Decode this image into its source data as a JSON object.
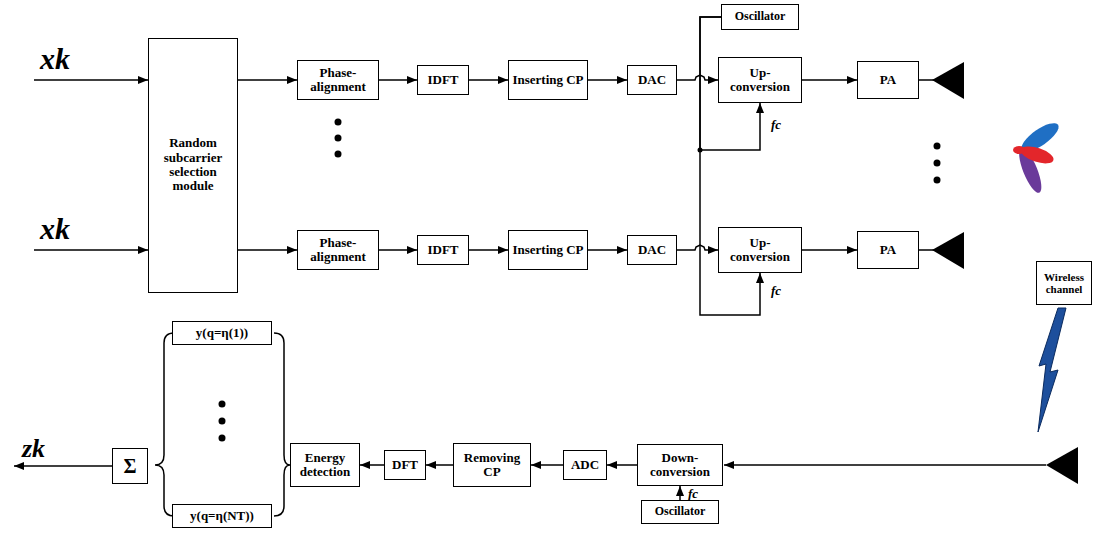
{
  "diagram": {
    "nodes": [
      {
        "text": [
          "Random subcarrier selection module"
        ]
      },
      {
        "text": [
          "Phase-alignment"
        ]
      },
      {
        "text": [
          "IDFT"
        ]
      },
      {
        "text": [
          "Inserting CP"
        ]
      },
      {
        "text": [
          "DAC"
        ]
      },
      {
        "text": [
          "Oscillator"
        ]
      },
      {
        "text": [
          "Up-conversion"
        ]
      },
      {
        "text": [
          "PA"
        ]
      },
      {
        "text": [
          "Phase-alignment"
        ]
      },
      {
        "text": [
          "IDFT"
        ]
      },
      {
        "text": [
          "Inserting CP"
        ]
      },
      {
        "text": [
          "DAC"
        ]
      },
      {
        "text": [
          "Up-conversion"
        ]
      },
      {
        "text": [
          "PA"
        ]
      },
      {
        "text": [
          "Wireless channel"
        ]
      },
      {
        "text": [
          "y(q=η(1))"
        ]
      },
      {
        "text": [
          "y(q=η(NT))"
        ]
      },
      {
        "text": [
          "Σ"
        ]
      },
      {
        "text": [
          "Energy detection"
        ]
      },
      {
        "text": [
          "DFT"
        ]
      },
      {
        "text": [
          "Removing CP"
        ]
      },
      {
        "text": [
          "ADC"
        ]
      },
      {
        "text": [
          "Down-conversion"
        ]
      },
      {
        "text": [
          "Oscillator"
        ]
      }
    ],
    "edges": [
      {
        "from": 0,
        "to": 1,
        "arrow": "to"
      },
      {
        "from": 0,
        "to": 8,
        "arrow": "to"
      },
      {
        "from": 1,
        "to": 2,
        "arrow": "to"
      },
      {
        "from": 2,
        "to": 3,
        "arrow": "to"
      },
      {
        "from": 3,
        "to": 4,
        "arrow": "to"
      },
      {
        "from": 4,
        "to": 6,
        "arrow": "to"
      },
      {
        "from": 5,
        "to": 6,
        "label": "fc",
        "arrow": "to"
      },
      {
        "from": 6,
        "to": 7,
        "arrow": "to"
      },
      {
        "from": 8,
        "to": 9,
        "arrow": "to"
      },
      {
        "from": 9,
        "to": 10,
        "arrow": "to"
      },
      {
        "from": 10,
        "to": 11,
        "arrow": "to"
      },
      {
        "from": 11,
        "to": 12,
        "arrow": "to"
      },
      {
        "from": 5,
        "to": 12,
        "label": "fc",
        "arrow": "to"
      },
      {
        "from": 12,
        "to": 13,
        "arrow": "to"
      },
      {
        "from": 22,
        "to": 21,
        "arrow": "to"
      },
      {
        "from": 21,
        "to": 20,
        "arrow": "to"
      },
      {
        "from": 20,
        "to": 19,
        "arrow": "to"
      },
      {
        "from": 19,
        "to": 18,
        "arrow": "to"
      },
      {
        "from": 23,
        "to": 22,
        "label": "fc",
        "arrow": "to"
      }
    ],
    "labels": [
      "xk",
      "xk",
      "zk"
    ]
  }
}
